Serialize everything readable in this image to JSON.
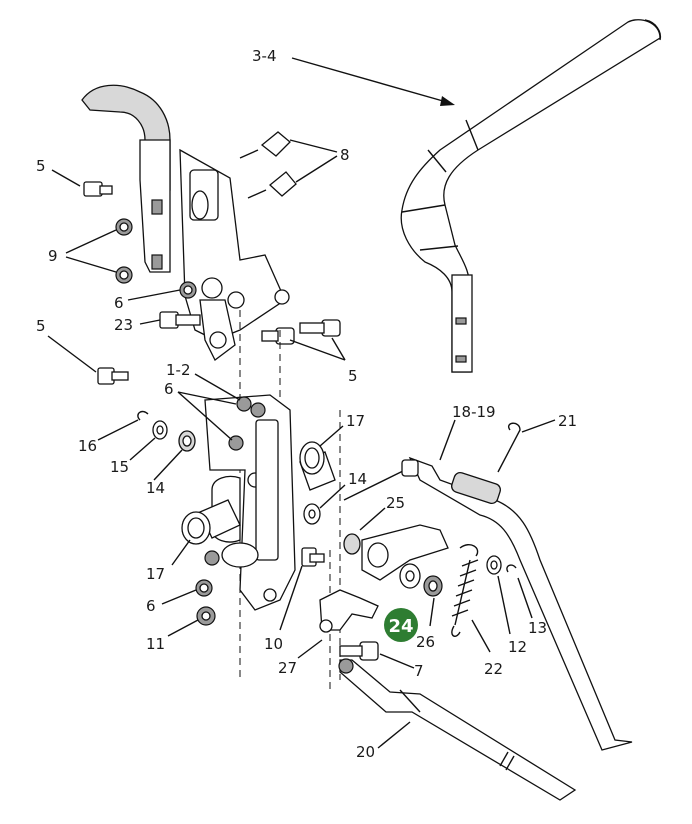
{
  "labels": {
    "l34": "3-4",
    "l8": "8",
    "l5a": "5",
    "l9": "9",
    "l6a": "6",
    "l23": "23",
    "l5b": "5",
    "l5c": "5",
    "l12a": "1-2",
    "l6b": "6",
    "l16": "16",
    "l15": "15",
    "l14a": "14",
    "l17a": "17",
    "l14b": "14",
    "l25": "25",
    "l1819": "18-19",
    "l21": "21",
    "l17b": "17",
    "l6c": "6",
    "l11": "11",
    "l10": "10",
    "l27": "27",
    "l7": "7",
    "l26": "26",
    "l22": "22",
    "l12b": "12",
    "l13": "13",
    "l20": "20"
  },
  "highlight": {
    "label": "24",
    "color": "#2e7d32"
  }
}
